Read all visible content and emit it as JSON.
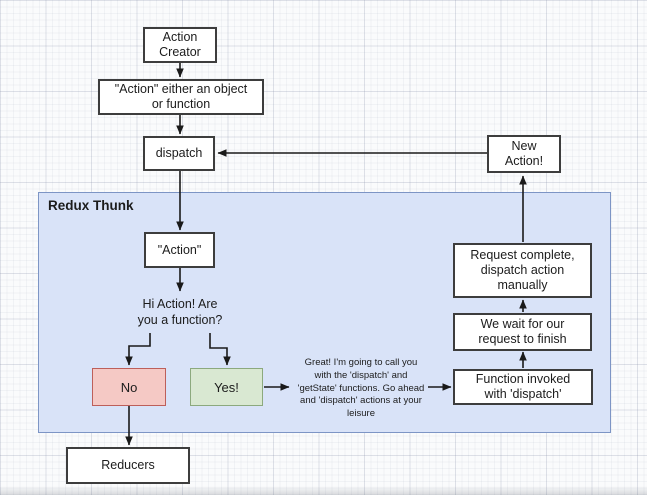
{
  "title": "Redux Thunk flow diagram",
  "colors": {
    "container_fill": "#d9e3f8",
    "container_border": "#7d95c5",
    "no_fill": "#f5c9c5",
    "no_border": "#bd5f5a",
    "yes_fill": "#d9e8d2",
    "yes_border": "#8ca97e",
    "arrow": "#1a1a1a"
  },
  "nodes": {
    "action_creator": "Action\nCreator",
    "action_either": "\"Action\" either an object\nor function",
    "dispatch": "dispatch",
    "new_action": "New\nAction!",
    "container_label": "Redux Thunk",
    "action_quoted": "\"Action\"",
    "question": "Hi Action!  Are\nyou a function?",
    "no": "No",
    "yes": "Yes!",
    "thunk_message": "Great!  I'm going to call you\nwith the 'dispatch' and\n'getState' functions.  Go ahead\nand 'dispatch' actions at your\nleisure",
    "function_invoked": "Function invoked\nwith 'dispatch'",
    "we_wait": "We wait for our\nrequest to finish",
    "request_complete": "Request complete,\ndispatch action\nmanually",
    "reducers": "Reducers"
  }
}
